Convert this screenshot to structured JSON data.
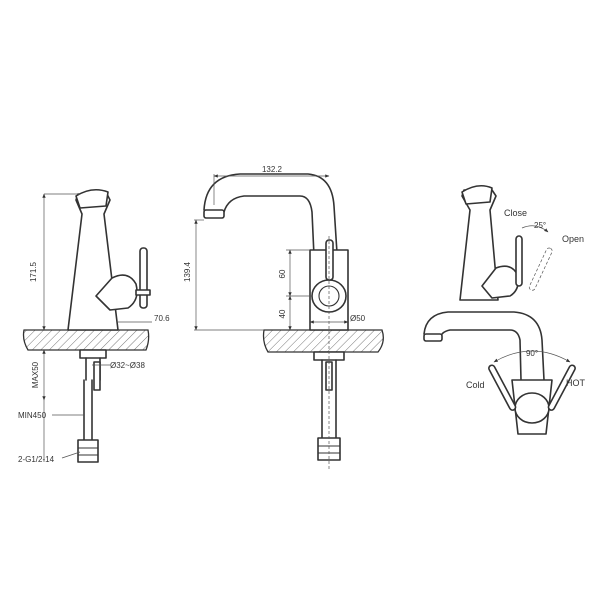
{
  "colors": {
    "line": "#333333",
    "background": "#ffffff"
  },
  "left_view": {
    "dims": {
      "height": "171.5",
      "lever_offset": "70.6",
      "deck": "MAX50",
      "hole": "Ø32~Ø38",
      "hose": "MIN450",
      "thread": "2-G1/2-14"
    }
  },
  "middle_view": {
    "dims": {
      "reach": "132.2",
      "spout_height": "139.4",
      "body_height": "60",
      "base_height": "40",
      "base_diameter": "Ø50"
    }
  },
  "right_view": {
    "labels": {
      "close": "Close",
      "angle_top": "25°",
      "open": "Open",
      "angle_bottom": "90°",
      "cold": "Cold",
      "hot": "HOT"
    }
  }
}
